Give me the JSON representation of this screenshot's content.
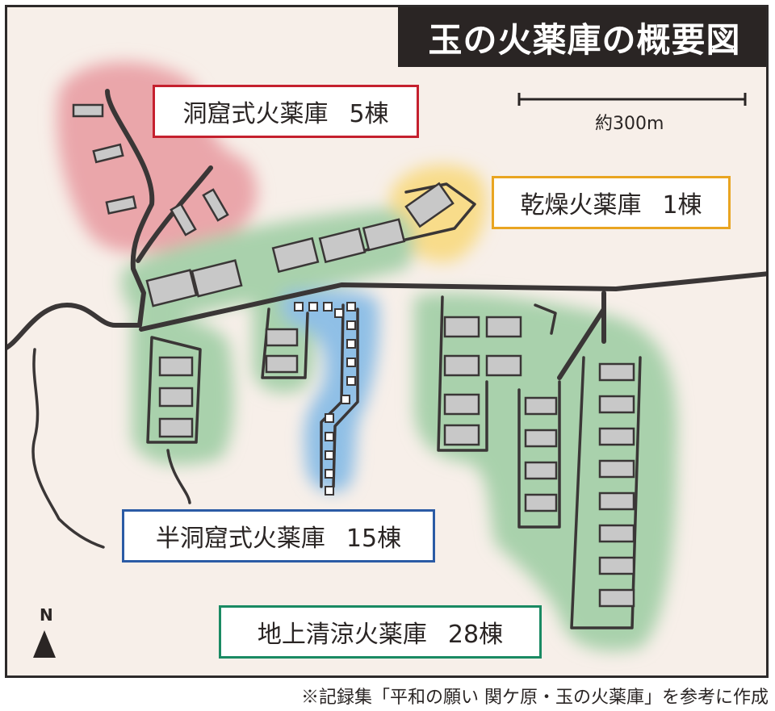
{
  "title": "玉の火薬庫の概要図",
  "scale": {
    "label": "約300m"
  },
  "north": "N",
  "legend": {
    "cave": {
      "name": "洞窟式火薬庫",
      "count": "5棟",
      "color": "#c5202e"
    },
    "dry": {
      "name": "乾燥火薬庫",
      "count": "1棟",
      "color": "#e9a521"
    },
    "semi_cave": {
      "name": "半洞窟式火薬庫",
      "count": "15棟",
      "color": "#2b5ba5"
    },
    "surface": {
      "name": "地上清涼火薬庫",
      "count": "28棟",
      "color": "#1a8a63"
    }
  },
  "zone_colors": {
    "cave": "#eaa6aa",
    "dry": "#f8dc8a",
    "semi_cave": "#8fbfe6",
    "surface": "#a9d1ac"
  },
  "caption": "※記録集「平和の願い 関ケ原・玉の火薬庫」を参考に作成"
}
